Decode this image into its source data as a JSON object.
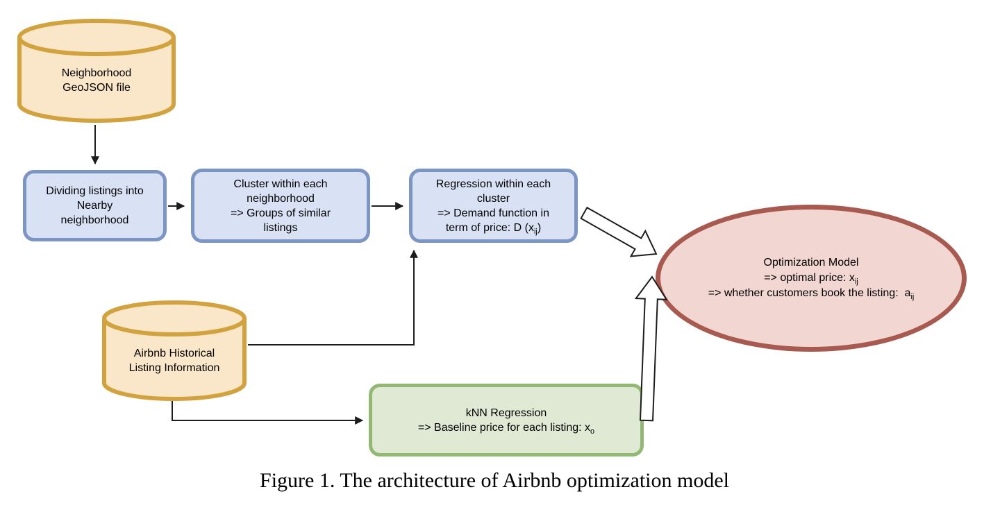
{
  "caption": "Figure 1. The architecture of Airbnb optimization model",
  "nodes": {
    "geojson_db": {
      "lines": [
        "Neighborhood",
        "GeoJSON file"
      ]
    },
    "dividing_box": {
      "lines": [
        "Dividing listings into",
        "Nearby",
        "neighborhood"
      ]
    },
    "cluster_box": {
      "lines": [
        "Cluster within each",
        "neighborhood",
        "=> Groups of similar",
        "listings"
      ]
    },
    "regression_box": {
      "lines": [
        "Regression within each",
        "cluster",
        "=> Demand function in",
        "term of price: D (x~ij~)"
      ]
    },
    "history_db": {
      "lines": [
        "Airbnb Historical",
        "Listing Information"
      ]
    },
    "knn_box": {
      "lines": [
        "kNN Regression",
        "=> Baseline price for each listing: x~o~"
      ]
    },
    "optimization_ellipse": {
      "lines": [
        "Optimization Model",
        "=> optimal price: x~ij~",
        "=> whether customers book the listing:  a~ij~"
      ]
    }
  },
  "edges": [
    {
      "from": "geojson_db",
      "to": "dividing_box",
      "style": "thin-arrow"
    },
    {
      "from": "dividing_box",
      "to": "cluster_box",
      "style": "thin-arrow"
    },
    {
      "from": "cluster_box",
      "to": "regression_box",
      "style": "thin-arrow"
    },
    {
      "from": "history_db",
      "to": "regression_box",
      "style": "thin-arrow-elbow"
    },
    {
      "from": "history_db",
      "to": "knn_box",
      "style": "thin-arrow-elbow"
    },
    {
      "from": "regression_box",
      "to": "optimization_ellipse",
      "style": "hollow-block-arrow"
    },
    {
      "from": "knn_box",
      "to": "optimization_ellipse",
      "style": "hollow-block-arrow"
    }
  ],
  "colors": {
    "db_fill": "#FAE6C8",
    "db_border": "#D2A23F",
    "process_fill": "#D9E2F5",
    "process_border": "#7D95C3",
    "knn_fill": "#E0E9D4",
    "knn_border": "#92B873",
    "output_fill": "#F2D6D1",
    "output_border": "#A95A50",
    "line_color": "#1C1C1C"
  }
}
